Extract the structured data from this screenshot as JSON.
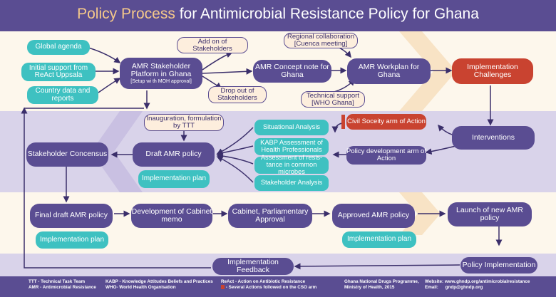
{
  "title": {
    "main": "Policy Process",
    "rest": "for Antimicrobial Resistance Policy for Ghana"
  },
  "nodes": {
    "global_agenda": "Global agenda",
    "initial_support": "Initial support from ReAct Uppsala",
    "country_data": "Country data and reports",
    "stakeholder_platform": "AMR Stakeholder Platform in Ghana",
    "stakeholder_platform_sub": "[Setup wi th MOH approval]",
    "add_on": "Add on of Stakeholders",
    "drop_out": "Drop out of Stakeholders",
    "concept_note": "AMR Concept note for Ghana",
    "regional_collab": "Regional collaboration [Cuenca meeting]",
    "workplan": "AMR Workplan for Ghana",
    "technical_support": "Technical support [WHO Ghana]",
    "implementation_challenges": "Implementation Challenges",
    "interventions": "Interventions",
    "civil_society": "Civil Soceity arm of Action",
    "policy_dev_arm": "Policy development arm of Action",
    "situational": "Situational Analysis",
    "kabp": "KABP Assessment of Health Professionals",
    "assessment_resistance": "Assessment of resis- tance in common microbes",
    "stakeholder_analysis": "Stakeholder Analysis",
    "inauguration": "Inauguration, formulation by TTT",
    "draft_policy": "Draft AMR policy",
    "implementation_plan_1": "Implementation plan",
    "stakeholder_concensus": "Stakeholder Concensus",
    "final_draft": "Final draft AMR policy",
    "implementation_plan_2": "Implementation plan",
    "cabinet_memo": "Development of Cabinet memo",
    "cabinet_approval": "Cabinet, Parliamentary Approval",
    "approved_policy": "Approved AMR policy",
    "implementation_plan_3": "Implementation plan",
    "launch": "Launch of new AMR policy",
    "policy_implementation": "Policy Implementation",
    "implementation_feedback": "Implementation Feedback"
  },
  "footer": {
    "ttt": "TTT - Technical Task Team",
    "amr": "AMR - Antimicrobial Resistance",
    "kabp": "KABP - Knowledge Attitudes Beliefs and Practices",
    "who": "WHO- World Health Organisation",
    "react": "ReAct - Action on Antibiotic Resistance",
    "cso": "- Several Actions followed on the CSO arm",
    "gndp": "Ghana National Drugs Programme,",
    "moh": "Ministry of Health, 2015",
    "website_label": "Website:",
    "website": "www.ghndp.org/antimicrobialresistance",
    "email_label": "Email:",
    "email": "gndp@ghndp.org"
  },
  "colors": {
    "purple": "#5a4d92",
    "teal": "#3ec1c1",
    "red": "#c94330",
    "note": "#fdeedd",
    "band": "#d9d3ea",
    "chevron": "#f6dcb8"
  }
}
